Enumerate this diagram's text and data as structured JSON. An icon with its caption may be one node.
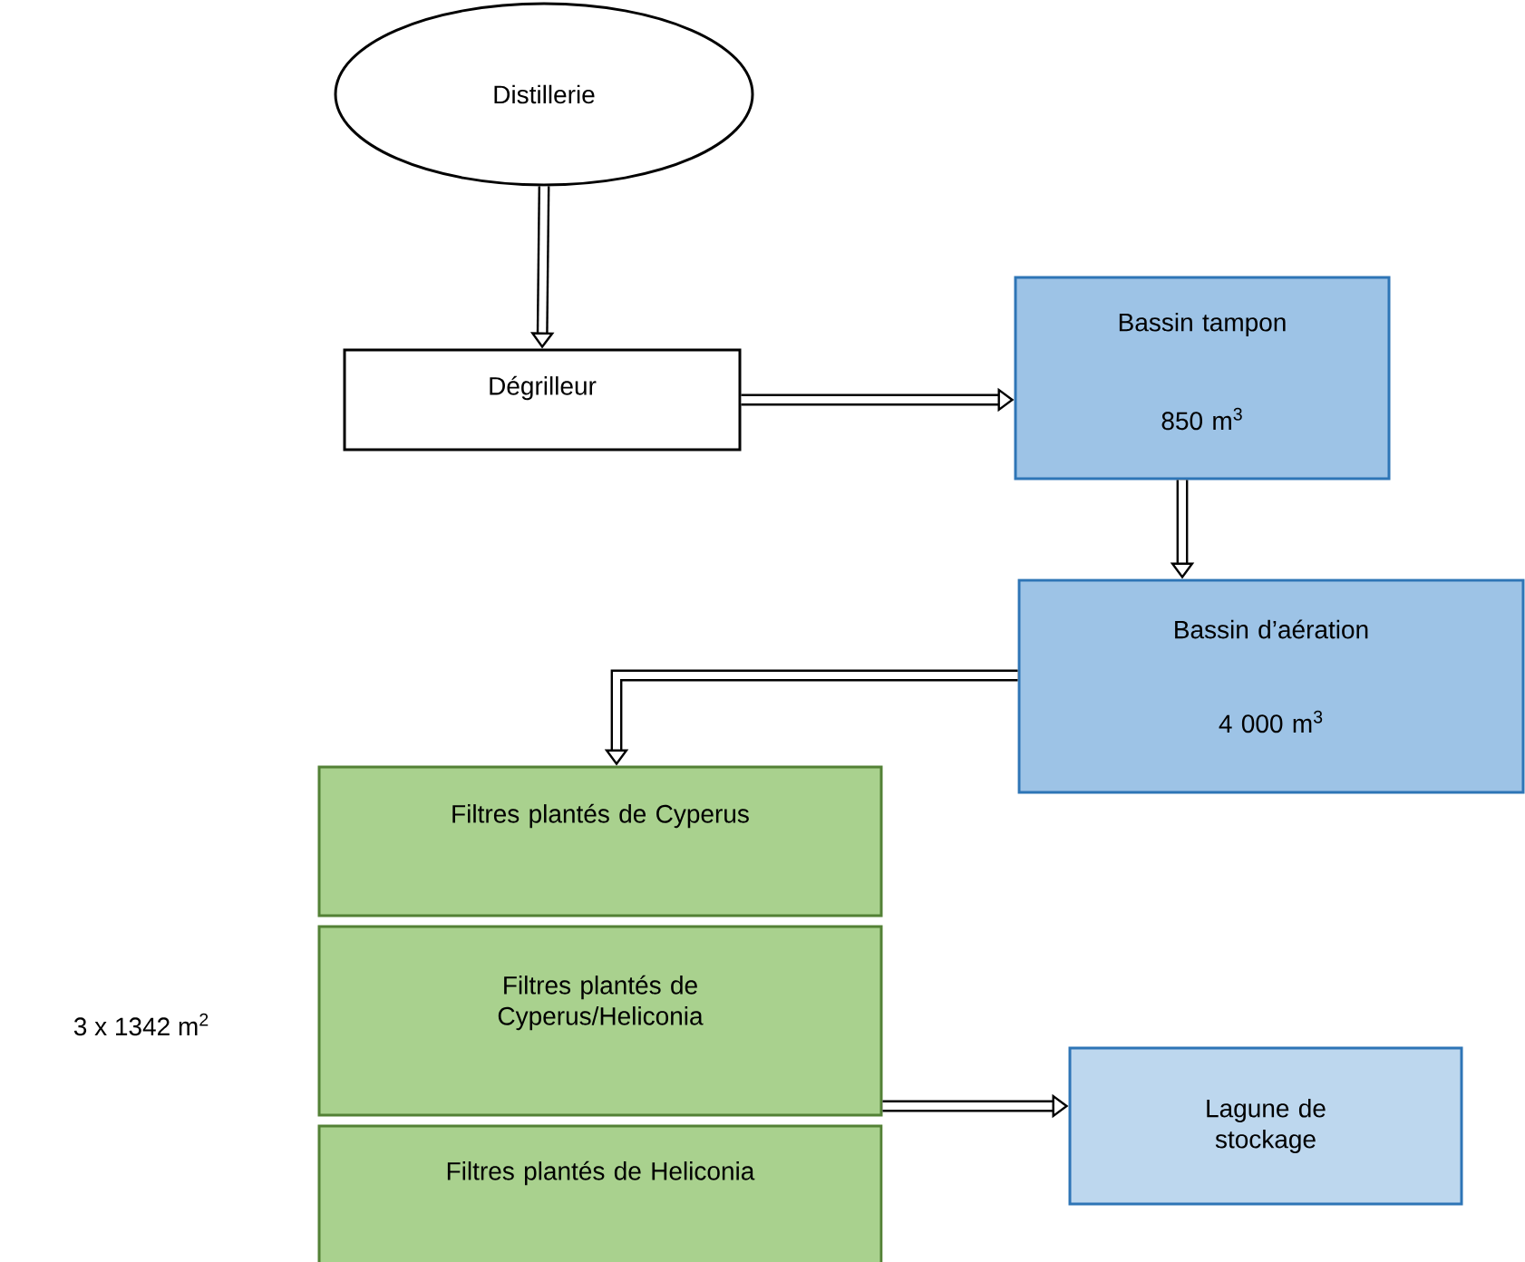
{
  "diagram": {
    "nodes": [
      {
        "text": [
          "Distillerie"
        ]
      },
      {
        "text": [
          "Dégrilleur"
        ]
      },
      {
        "text": [
          "Bassin tampon",
          "850 m$^{3}$"
        ]
      },
      {
        "text": [
          "Bassin d’aération",
          "4 000 m$^{3}$"
        ]
      },
      {
        "text": [
          "Filtres plantés de Cyperus"
        ]
      },
      {
        "text": [
          "Filtres plantés de Cyperus/Heliconia"
        ]
      },
      {
        "text": [
          "Filtres plantés de Heliconia"
        ]
      },
      {
        "text": [
          "Lagune de stockage"
        ]
      }
    ],
    "edges": [
      {
        "from": 0,
        "to": 1,
        "arrow": "to"
      },
      {
        "from": 1,
        "to": 2,
        "arrow": "to"
      },
      {
        "from": 2,
        "to": 3,
        "arrow": "to"
      },
      {
        "from": 3,
        "to": 4,
        "arrow": "to"
      },
      {
        "from": 5,
        "to": 7,
        "arrow": "to"
      }
    ],
    "labels": [
      "3 x 1342 m$^{2}$"
    ]
  }
}
